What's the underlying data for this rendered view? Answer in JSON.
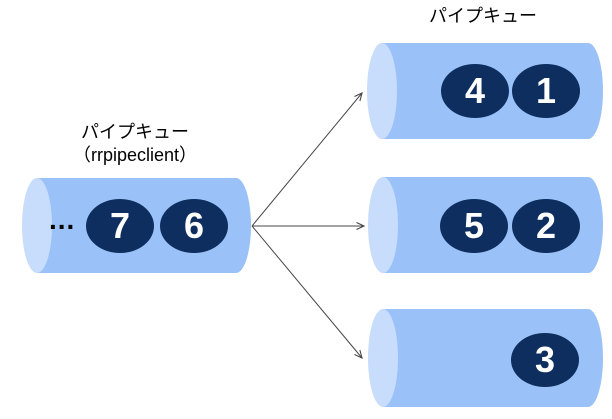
{
  "colors": {
    "pipe_body": "#9AC2F8",
    "pipe_cap": "#C8DCFB",
    "token_fill": "#0D2E5E",
    "token_text": "#FFFFFF",
    "arrow": "#474747",
    "label_text": "#000000"
  },
  "source_pipe": {
    "label_line1": "パイプキュー",
    "label_line2": "（rrpipeclient）",
    "ellipsis": "...",
    "tokens": [
      "7",
      "6"
    ]
  },
  "target_pipes": {
    "label": "パイプキュー",
    "top": {
      "tokens": [
        "4",
        "1"
      ]
    },
    "middle": {
      "tokens": [
        "5",
        "2"
      ]
    },
    "bottom": {
      "tokens": [
        "3"
      ]
    }
  }
}
